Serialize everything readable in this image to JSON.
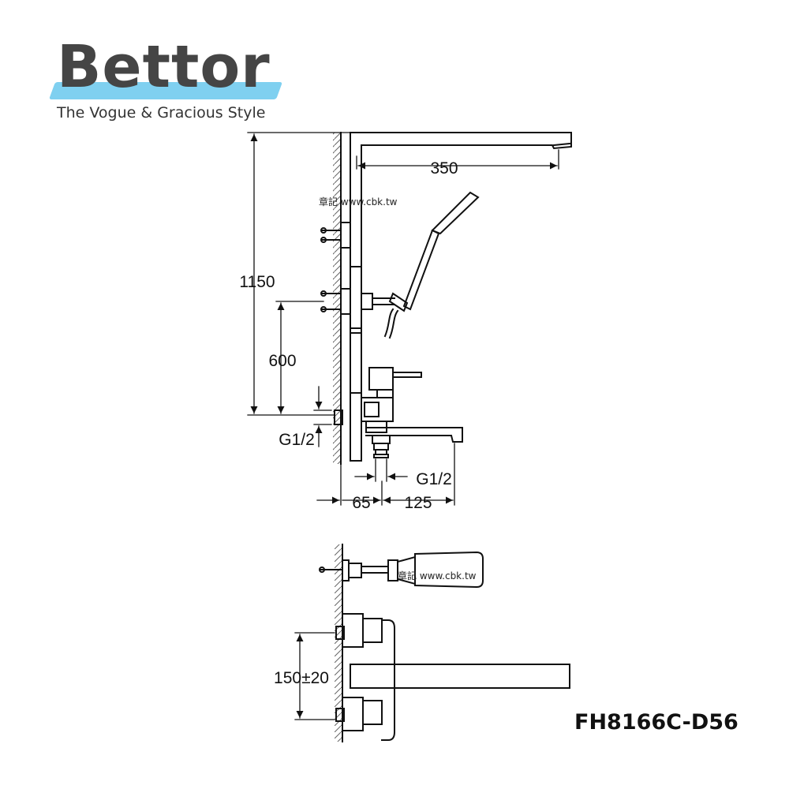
{
  "logo": {
    "name": "Bettor",
    "tagline": "The Vogue & Gracious Style",
    "swoosh_color": "#7fd0f0",
    "text_color": "#454545"
  },
  "model": "FH8166C-D56",
  "watermark": "章記 www.cbk.tw",
  "dimensions": {
    "spout_reach": "350",
    "total_height": "1150",
    "mixer_height": "600",
    "inlet_left": "G1/2",
    "inlet_bottom": "G1/2",
    "wall_to_outlet": "65",
    "outlet_to_spout": "125",
    "inlet_spacing": "150±20"
  }
}
